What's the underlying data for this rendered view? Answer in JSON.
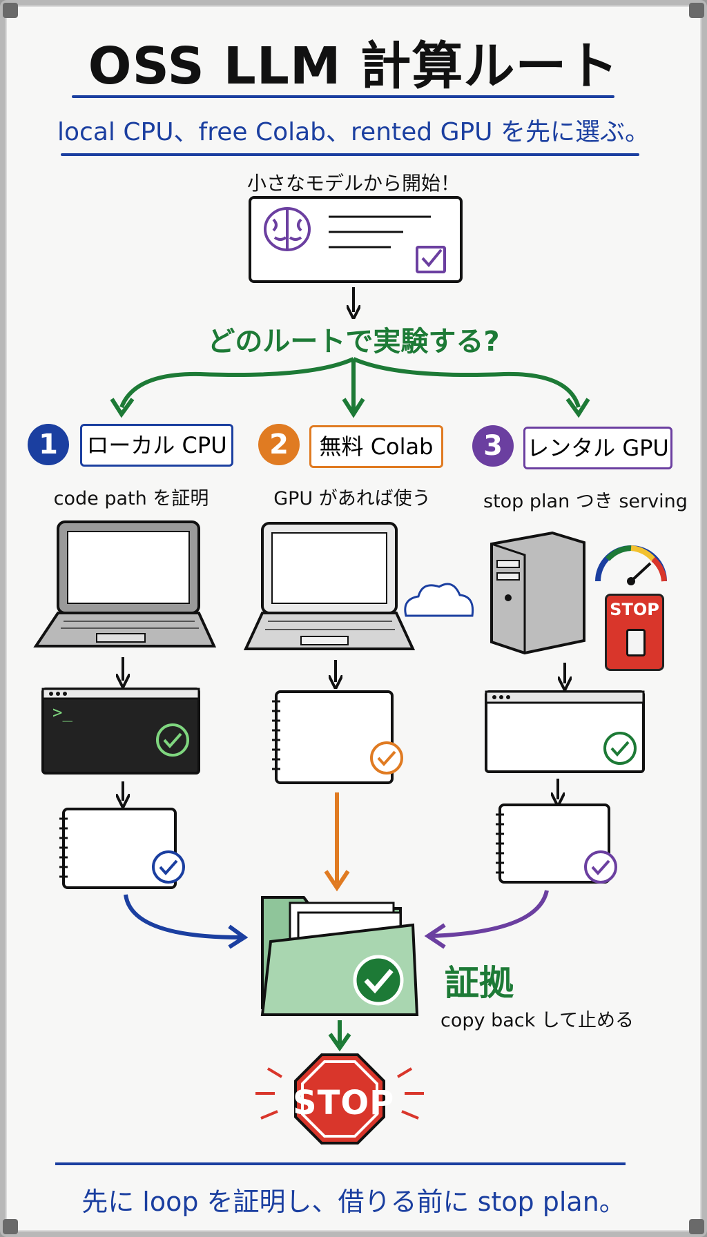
{
  "title": "OSS LLM 計算ルート",
  "subtitle": "local CPU、free Colab、rented GPU を先に選ぶ。",
  "start": {
    "label": "小さなモデルから開始！"
  },
  "question": "どのルートで実験する?",
  "routes": [
    {
      "number": "1",
      "label": "ローカル CPU",
      "caption": "code path を証明",
      "color": "#1b3fa0"
    },
    {
      "number": "2",
      "label": "無料 Colab",
      "caption": "GPU があれば使う",
      "color": "#e07b22"
    },
    {
      "number": "3",
      "label": "レンタル GPU",
      "caption": "stop plan つき serving",
      "color": "#6b3fa0"
    }
  ],
  "route1": {
    "terminal_prompt": ">_"
  },
  "route3": {
    "stop_badge": "STOP"
  },
  "evidence": {
    "label": "証拠",
    "caption": "copy back して止める"
  },
  "stop_sign": {
    "label": "STOP"
  },
  "bottom_line": "先に loop を証明し、借りる前に stop plan。",
  "colors": {
    "blue": "#1b3fa0",
    "green": "#1d7a36",
    "orange": "#e07b22",
    "purple": "#6b3fa0",
    "red": "#d9362b",
    "folder": "#a9d6b0"
  },
  "icons": [
    "brain-icon",
    "checkbox-icon",
    "laptop-icon",
    "cloud-icon",
    "server-tower-icon",
    "gauge-icon",
    "stop-switch-icon",
    "terminal-icon",
    "browser-window-icon",
    "notebook-icon",
    "check-circle-icon",
    "folder-icon",
    "stop-sign-icon"
  ]
}
